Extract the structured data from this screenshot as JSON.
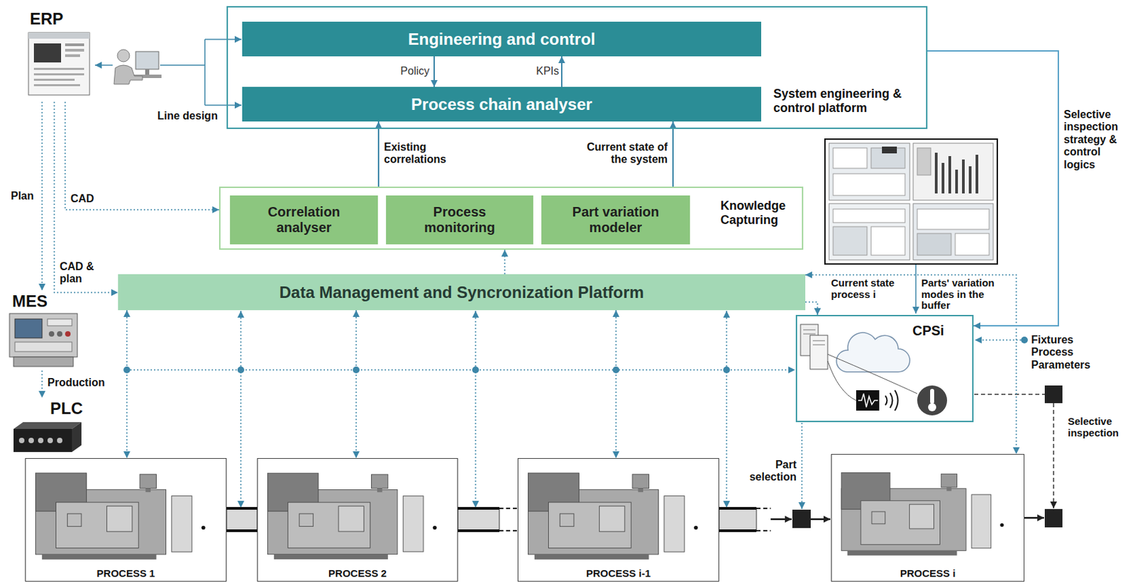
{
  "diagram": {
    "nodes": [
      {
        "text": [
          "ERP"
        ]
      },
      {
        "text": [
          "System engineering & control platform"
        ]
      },
      {
        "text": [
          "Engineering and control"
        ],
        "in": 1
      },
      {
        "text": [
          "Process chain analyser"
        ],
        "in": 1
      },
      {
        "text": [
          "Knowledge Capturing"
        ]
      },
      {
        "text": [
          "Correlation analyser"
        ],
        "in": 4
      },
      {
        "text": [
          "Process monitoring"
        ],
        "in": 4
      },
      {
        "text": [
          "Part variation modeler"
        ],
        "in": 4
      },
      {
        "text": [
          "MES"
        ]
      },
      {
        "text": [
          "Data Management and Syncronization Platform"
        ]
      },
      {
        "text": [
          "CPSi"
        ]
      },
      {
        "text": [
          "PLC"
        ]
      },
      {
        "text": [
          "PROCESS 1"
        ]
      },
      {
        "text": [
          "PROCESS 2"
        ]
      },
      {
        "text": [
          "PROCESS i-1"
        ]
      },
      {
        "text": [
          "PROCESS i"
        ]
      }
    ],
    "edges": [
      {
        "from": 2,
        "to": 3,
        "arrow": "to",
        "label": "Policy"
      },
      {
        "from": 3,
        "to": 2,
        "arrow": "to",
        "label": "KPIs"
      },
      {
        "from": 4,
        "to": 3,
        "arrow": "to",
        "label": "Existing correlations"
      },
      {
        "from": 4,
        "to": 3,
        "arrow": "to",
        "label": "Current state of the system"
      },
      {
        "from": 0,
        "to": 8,
        "arrow": "to",
        "label": "Plan"
      },
      {
        "from": 0,
        "to": 4,
        "arrow": "to",
        "label": "CAD"
      },
      {
        "from": 0,
        "to": 9,
        "arrow": "to",
        "label": "CAD & plan"
      },
      {
        "from": 8,
        "to": 11,
        "arrow": "to",
        "label": "Production"
      },
      {
        "from": 9,
        "to": 4,
        "arrow": "to"
      },
      {
        "from": 9,
        "to": 12,
        "arrow": "both"
      },
      {
        "from": 9,
        "to": 13,
        "arrow": "both"
      },
      {
        "from": 9,
        "to": 14,
        "arrow": "both"
      },
      {
        "from": 9,
        "to": 10,
        "arrow": "to",
        "label": "Current state process i"
      },
      {
        "from": 9,
        "to": 15,
        "arrow": "both"
      },
      {
        "from": 1,
        "to": 10,
        "arrow": "to",
        "label": "Selective inspection strategy & control logics"
      }
    ],
    "labels": [
      "Line design",
      "Parts' variation modes in the buffer",
      "Part selection",
      "Fixtures Process Parameters",
      "Selective inspection"
    ]
  }
}
